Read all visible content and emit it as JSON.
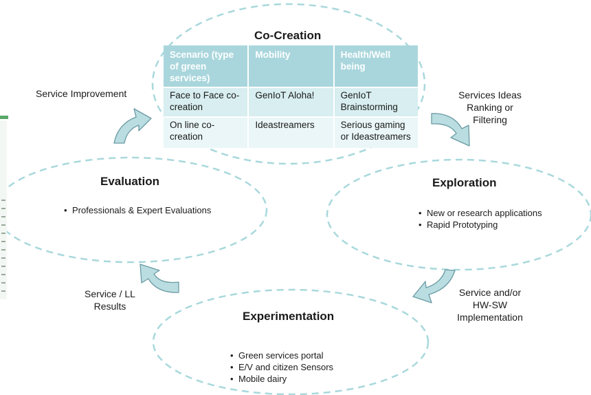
{
  "titles": {
    "co_creation": "Co-Creation",
    "evaluation": "Evaluation",
    "exploration": "Exploration",
    "experimentation": "Experimentation"
  },
  "table": {
    "headers": [
      "Scenario (type of green services)",
      "Mobility",
      "Health/Well being"
    ],
    "rows": [
      [
        "Face to Face co-creation",
        "GenIoT Aloha!",
        "GenIoT Brainstorming"
      ],
      [
        "On line co-creation",
        "Ideastreamers",
        "Serious gaming or Ideastreamers"
      ]
    ]
  },
  "evaluation_items": [
    "Professionals & Expert Evaluations"
  ],
  "exploration_items": [
    "New or research applications",
    "Rapid Prototyping"
  ],
  "experimentation_items": [
    "Green services portal",
    "E/V and citizen Sensors",
    "Mobile dairy"
  ],
  "transitions": {
    "service_improvement": "Service Improvement",
    "services_ideas": [
      "Services Ideas",
      "Ranking or",
      "Filtering"
    ],
    "service_hwsw": [
      "Service and/or",
      "HW-SW",
      "Implementation"
    ],
    "service_ll": [
      "Service / LL",
      "Results"
    ]
  },
  "colors": {
    "dash": "#a8d8dc",
    "arrow_fill": "#b9dde1",
    "arrow_stroke": "#6a9aa2",
    "table_header": "#a9d6dc",
    "table_row1": "#d8eef0",
    "table_row2": "#eaf6f7"
  }
}
